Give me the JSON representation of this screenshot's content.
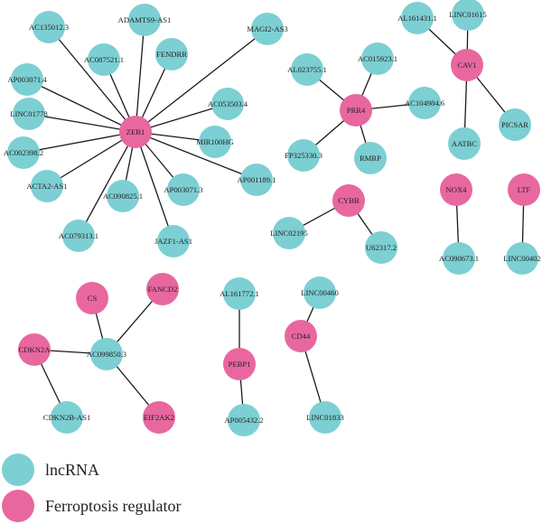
{
  "colors": {
    "lncRNA": "#7ccfd3",
    "ferroptosis": "#e8679f"
  },
  "legend": {
    "lncrna_label": "lncRNA",
    "ferroptosis_label": "Ferroptosis regulator"
  },
  "nodes": {
    "ZEB1": {
      "label": "ZEB1",
      "kind": "ferroptosis"
    },
    "AC135012.3": {
      "label": "AC135012.3",
      "kind": "lncRNA"
    },
    "ADAMTS9-AS1": {
      "label": "ADAMTS9-AS1",
      "kind": "lncRNA"
    },
    "MAGI2-AS3": {
      "label": "MAGI2-AS3",
      "kind": "lncRNA"
    },
    "AC087521.1": {
      "label": "AC087521.1",
      "kind": "lncRNA"
    },
    "FENDRR": {
      "label": "FENDRR",
      "kind": "lncRNA"
    },
    "AP003071.4": {
      "label": "AP003071.4",
      "kind": "lncRNA"
    },
    "LINC01778": {
      "label": "LINC01778",
      "kind": "lncRNA"
    },
    "AC053503.4": {
      "label": "AC053503.4",
      "kind": "lncRNA"
    },
    "MIR100HG": {
      "label": "MIR100HG",
      "kind": "lncRNA"
    },
    "AC002398.2": {
      "label": "AC002398.2",
      "kind": "lncRNA"
    },
    "AP001189.1": {
      "label": "AP001189.1",
      "kind": "lncRNA"
    },
    "ACTA2-AS1": {
      "label": "ACTA2-AS1",
      "kind": "lncRNA"
    },
    "AC090825.1": {
      "label": "AC090825.1",
      "kind": "lncRNA"
    },
    "AP003071.3": {
      "label": "AP003071.3",
      "kind": "lncRNA"
    },
    "AC079313.1": {
      "label": "AC079313.1",
      "kind": "lncRNA"
    },
    "JAZF1-AS1": {
      "label": "JAZF1-AS1",
      "kind": "lncRNA"
    },
    "PRR4": {
      "label": "PRR4",
      "kind": "ferroptosis"
    },
    "AL023755.1": {
      "label": "AL023755.1",
      "kind": "lncRNA"
    },
    "AC015923.1": {
      "label": "AC015923.1",
      "kind": "lncRNA"
    },
    "AC104984.6": {
      "label": "AC104984.6",
      "kind": "lncRNA"
    },
    "FP325330.3": {
      "label": "FP325330.3",
      "kind": "lncRNA"
    },
    "RMRP": {
      "label": "RMRP",
      "kind": "lncRNA"
    },
    "CAV1": {
      "label": "CAV1",
      "kind": "ferroptosis"
    },
    "AL161431.1": {
      "label": "AL161431.1",
      "kind": "lncRNA"
    },
    "LINC01615": {
      "label": "LINC01615",
      "kind": "lncRNA"
    },
    "PICSAR": {
      "label": "PICSAR",
      "kind": "lncRNA"
    },
    "AATBC": {
      "label": "AATBC",
      "kind": "lncRNA"
    },
    "CYBB": {
      "label": "CYBB",
      "kind": "ferroptosis"
    },
    "LINC02195": {
      "label": "LINC02195",
      "kind": "lncRNA"
    },
    "U62317.2": {
      "label": "U62317.2",
      "kind": "lncRNA"
    },
    "NOX4": {
      "label": "NOX4",
      "kind": "ferroptosis"
    },
    "AC090673.1": {
      "label": "AC090673.1",
      "kind": "lncRNA"
    },
    "LTF": {
      "label": "LTF",
      "kind": "ferroptosis"
    },
    "LINC00402": {
      "label": "LINC00402",
      "kind": "lncRNA"
    },
    "CS": {
      "label": "CS",
      "kind": "ferroptosis"
    },
    "FANCD2": {
      "label": "FANCD2",
      "kind": "ferroptosis"
    },
    "AC099850.3": {
      "label": "AC099850.3",
      "kind": "lncRNA"
    },
    "CDKN2A": {
      "label": "CDKN2A",
      "kind": "ferroptosis"
    },
    "CDKN2B-AS1": {
      "label": "CDKN2B-AS1",
      "kind": "lncRNA"
    },
    "EIF2AK2": {
      "label": "EIF2AK2",
      "kind": "ferroptosis"
    },
    "AL161772.1": {
      "label": "AL161772.1",
      "kind": "lncRNA"
    },
    "PEBP1": {
      "label": "PEBP1",
      "kind": "ferroptosis"
    },
    "AP005432.2": {
      "label": "AP005432.2",
      "kind": "lncRNA"
    },
    "LINC00460": {
      "label": "LINC00460",
      "kind": "lncRNA"
    },
    "CD44": {
      "label": "CD44",
      "kind": "ferroptosis"
    },
    "LINC01833": {
      "label": "LINC01833",
      "kind": "lncRNA"
    }
  },
  "edges": [
    [
      "ZEB1",
      "AC135012.3"
    ],
    [
      "ZEB1",
      "ADAMTS9-AS1"
    ],
    [
      "ZEB1",
      "MAGI2-AS3"
    ],
    [
      "ZEB1",
      "AC087521.1"
    ],
    [
      "ZEB1",
      "FENDRR"
    ],
    [
      "ZEB1",
      "AP003071.4"
    ],
    [
      "ZEB1",
      "LINC01778"
    ],
    [
      "ZEB1",
      "AC053503.4"
    ],
    [
      "ZEB1",
      "MIR100HG"
    ],
    [
      "ZEB1",
      "AC002398.2"
    ],
    [
      "ZEB1",
      "AP001189.1"
    ],
    [
      "ZEB1",
      "ACTA2-AS1"
    ],
    [
      "ZEB1",
      "AC090825.1"
    ],
    [
      "ZEB1",
      "AP003071.3"
    ],
    [
      "ZEB1",
      "AC079313.1"
    ],
    [
      "ZEB1",
      "JAZF1-AS1"
    ],
    [
      "PRR4",
      "AL023755.1"
    ],
    [
      "PRR4",
      "AC015923.1"
    ],
    [
      "PRR4",
      "AC104984.6"
    ],
    [
      "PRR4",
      "FP325330.3"
    ],
    [
      "PRR4",
      "RMRP"
    ],
    [
      "CAV1",
      "AL161431.1"
    ],
    [
      "CAV1",
      "LINC01615"
    ],
    [
      "CAV1",
      "PICSAR"
    ],
    [
      "CAV1",
      "AATBC"
    ],
    [
      "CYBB",
      "LINC02195"
    ],
    [
      "CYBB",
      "U62317.2"
    ],
    [
      "NOX4",
      "AC090673.1"
    ],
    [
      "LTF",
      "LINC00402"
    ],
    [
      "AC099850.3",
      "CS"
    ],
    [
      "AC099850.3",
      "FANCD2"
    ],
    [
      "AC099850.3",
      "CDKN2A"
    ],
    [
      "AC099850.3",
      "EIF2AK2"
    ],
    [
      "CDKN2A",
      "CDKN2B-AS1"
    ],
    [
      "PEBP1",
      "AL161772.1"
    ],
    [
      "PEBP1",
      "AP005432.2"
    ],
    [
      "CD44",
      "LINC00460"
    ],
    [
      "CD44",
      "LINC01833"
    ]
  ]
}
